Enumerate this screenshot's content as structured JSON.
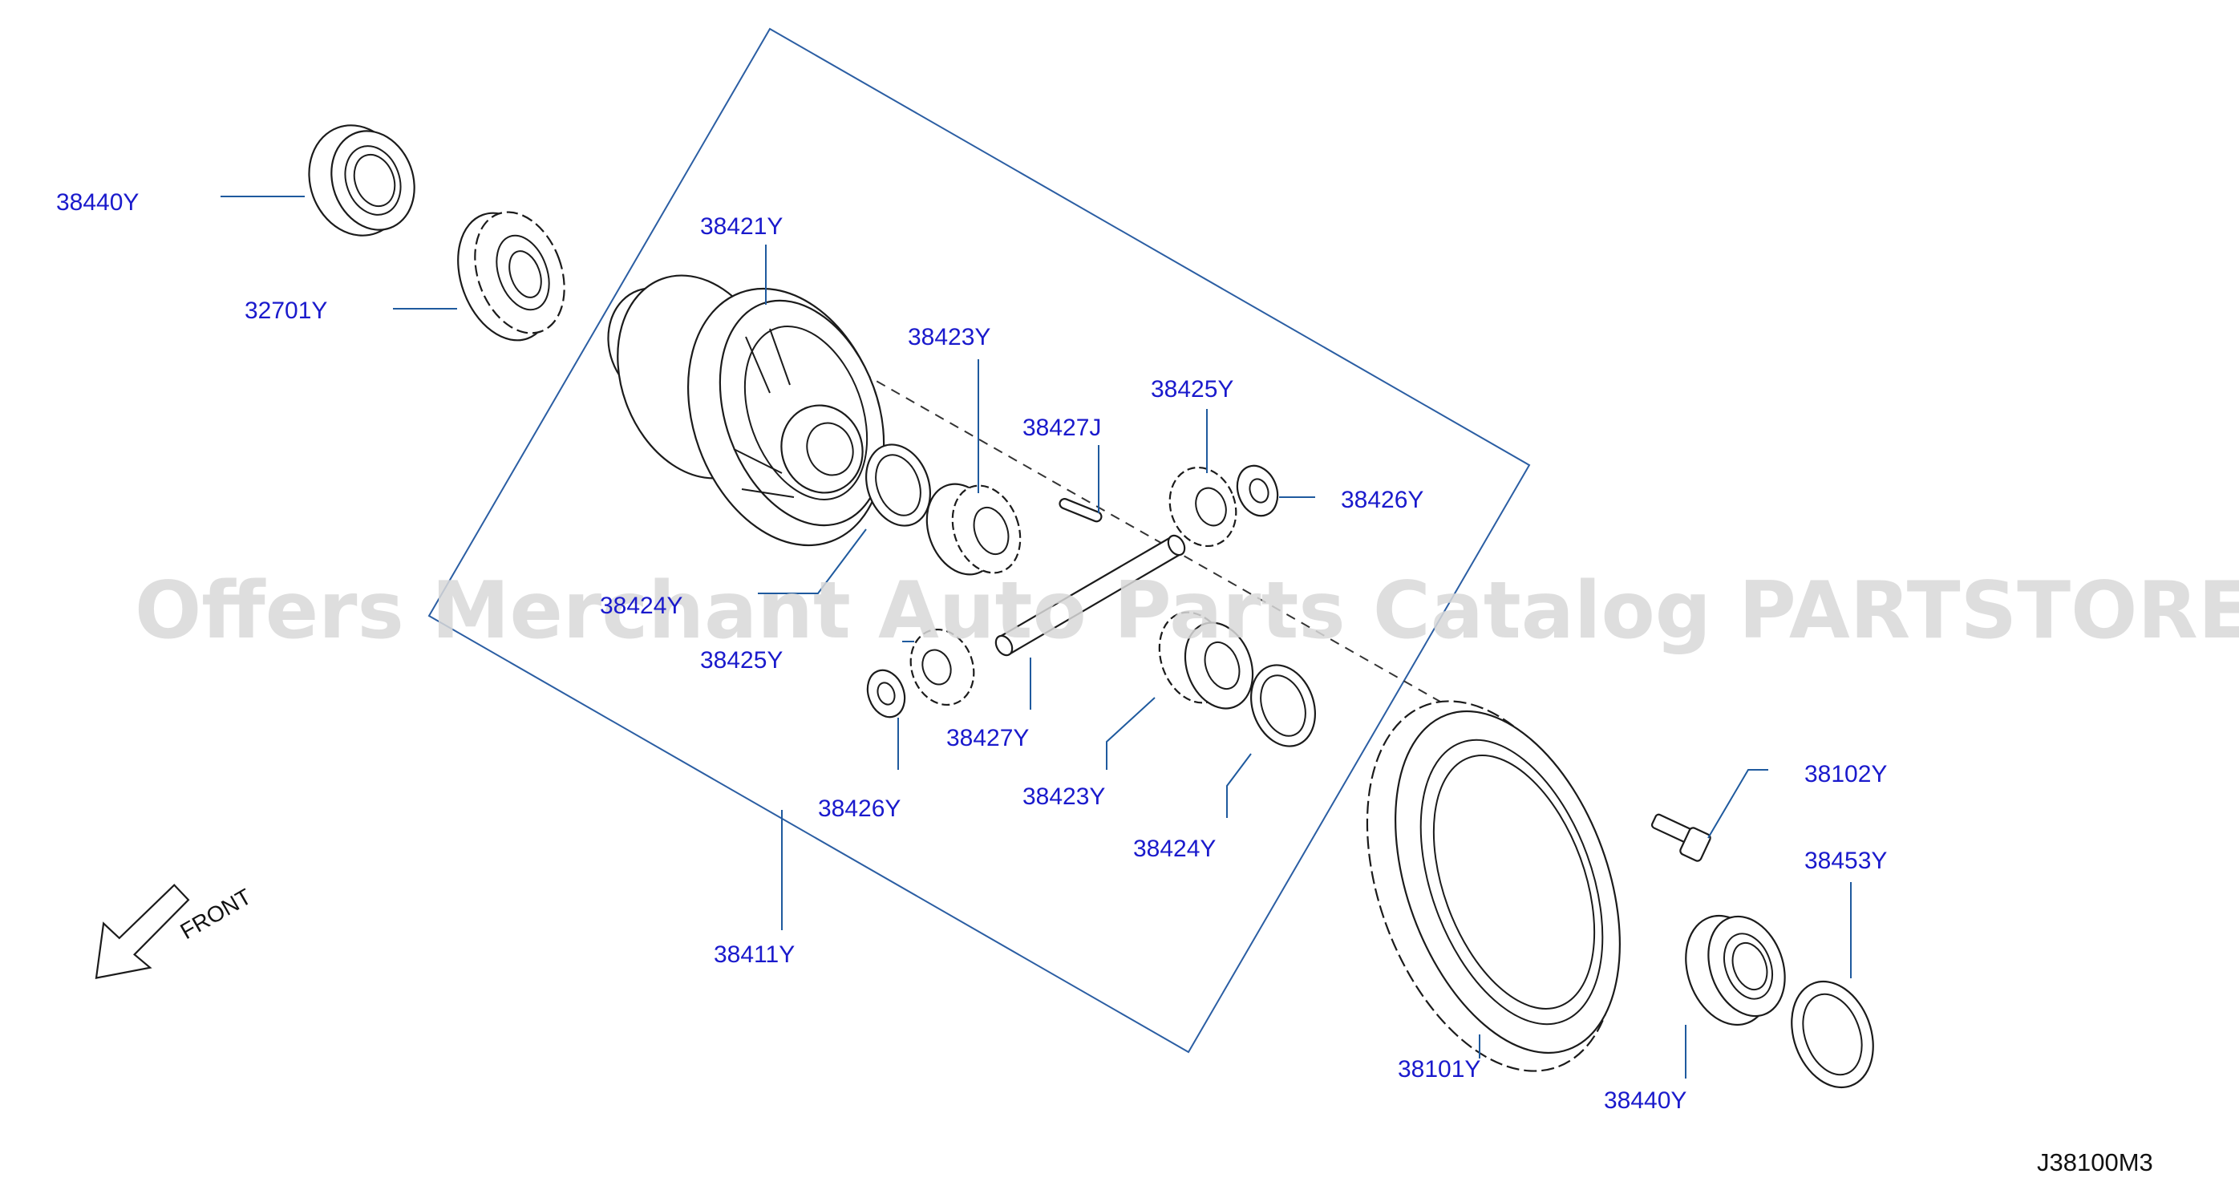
{
  "diagram": {
    "code": "J38100M3",
    "front_label": "FRONT",
    "watermark": "Offers Merchant Auto Parts Catalog PARTSTORE.SA",
    "parts": [
      {
        "id": "38440Y",
        "label": "38440Y"
      },
      {
        "id": "32701Y",
        "label": "32701Y"
      },
      {
        "id": "38421Y",
        "label": "38421Y"
      },
      {
        "id": "38423Y",
        "label": "38423Y"
      },
      {
        "id": "38427J",
        "label": "38427J"
      },
      {
        "id": "38425Y",
        "label": "38425Y"
      },
      {
        "id": "38426Y",
        "label": "38426Y"
      },
      {
        "id": "38424Y",
        "label": "38424Y"
      },
      {
        "id": "38425Y",
        "label": "38425Y"
      },
      {
        "id": "38427Y",
        "label": "38427Y"
      },
      {
        "id": "38426Y",
        "label": "38426Y"
      },
      {
        "id": "38423Y",
        "label": "38423Y"
      },
      {
        "id": "38424Y",
        "label": "38424Y"
      },
      {
        "id": "38411Y",
        "label": "38411Y"
      },
      {
        "id": "38102Y",
        "label": "38102Y"
      },
      {
        "id": "38453Y",
        "label": "38453Y"
      },
      {
        "id": "38101Y",
        "label": "38101Y"
      },
      {
        "id": "38440Y",
        "label": "38440Y"
      }
    ]
  }
}
